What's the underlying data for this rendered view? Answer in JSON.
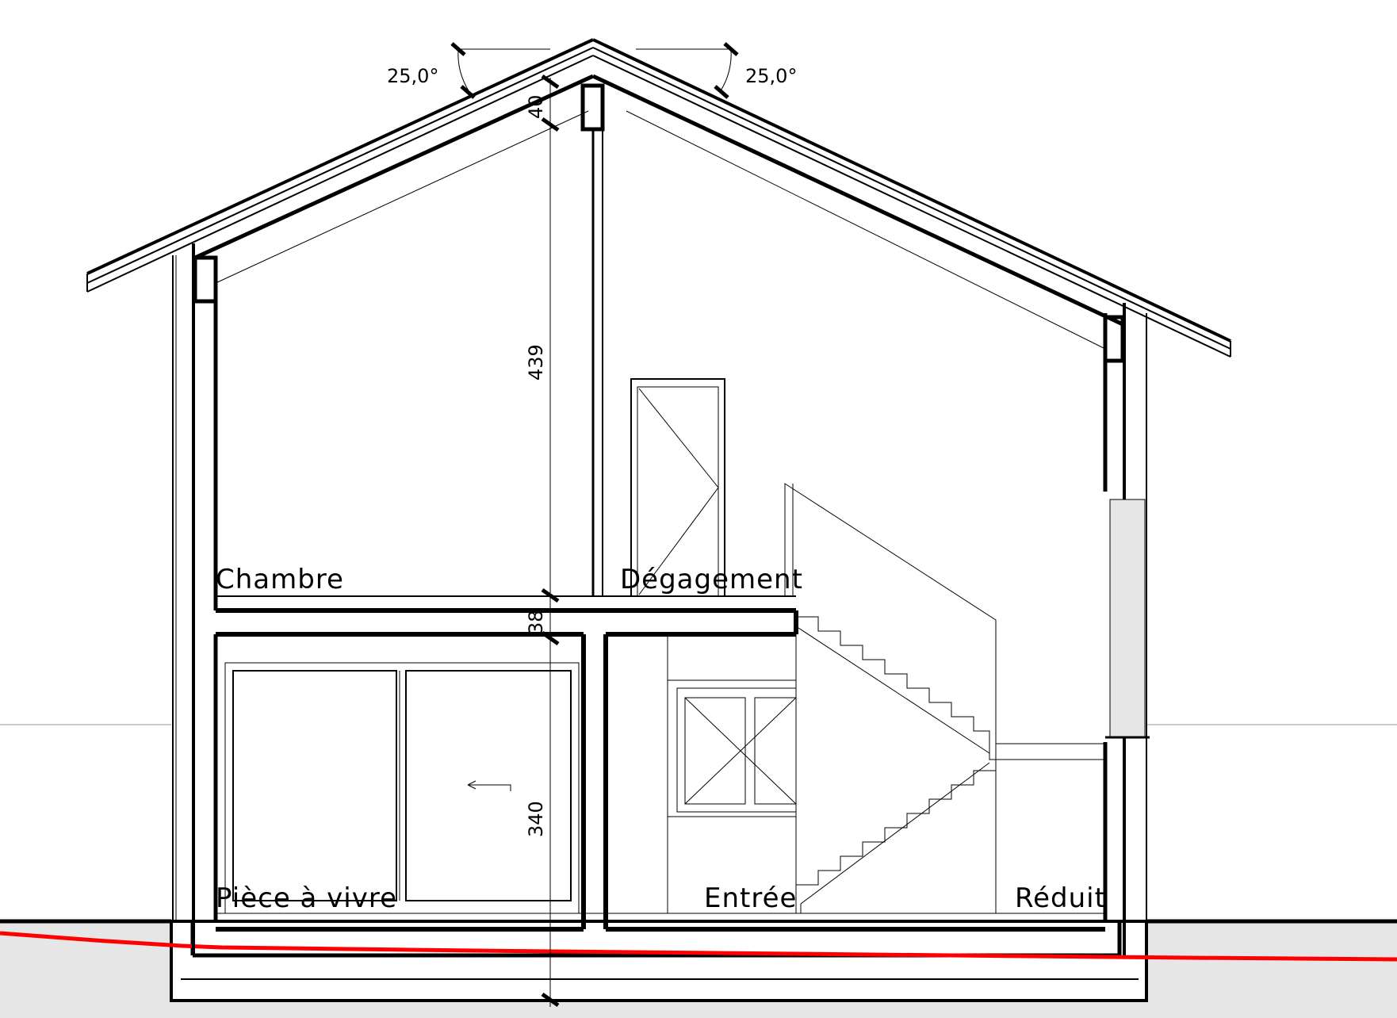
{
  "diagram": {
    "type": "architectural-cross-section",
    "colors": {
      "line": "#000000",
      "ground_line": "#ff0000",
      "ground_fill": "#e6e6e6",
      "glazing_fill": "#e6e6e6",
      "background": "#ffffff"
    },
    "rooms": {
      "chambre": "Chambre",
      "degagement": "Dégagement",
      "piece_a_vivre": "Pièce à vivre",
      "entree": "Entrée",
      "reduit": "Réduit"
    },
    "dimensions": {
      "roof_thickness": "40",
      "upper_height": "439",
      "floor_thickness": "38",
      "lower_height": "340"
    },
    "angles": {
      "left_slope": "25,0°",
      "right_slope": "25,0°"
    }
  }
}
